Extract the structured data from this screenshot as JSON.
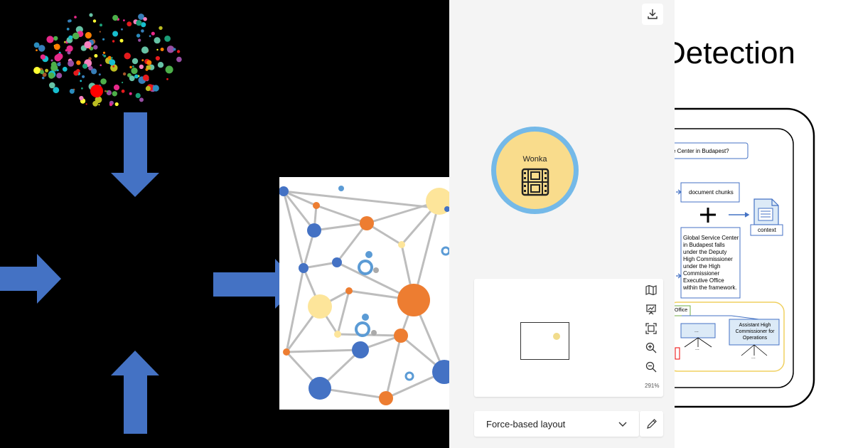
{
  "graph_app": {
    "node_label": "Wonka",
    "zoom_level": "291%",
    "layout_select": "Force-based layout"
  },
  "slide": {
    "title": "Detection",
    "question": "e Center in Budapest?",
    "doc_chunks": "document chunks",
    "context": "context",
    "answer_text": "Global Service Center in Budapest falls under the Deputy High Commissioner under the High Commissioner Executive Office within the framework.",
    "office_label": "Office",
    "ellipsis1": "...",
    "ellipsis2": "...",
    "ellipsis3": "...",
    "assistant_label": "Assistant High Commissioner for Operations"
  },
  "colors": {
    "arrow_blue": "#4472c4",
    "node_ring": "#74b9e8",
    "node_fill": "#f9dc8c",
    "network_blue": "#4472c4",
    "network_orange": "#ed7d31",
    "network_yellow": "#fde59a"
  }
}
